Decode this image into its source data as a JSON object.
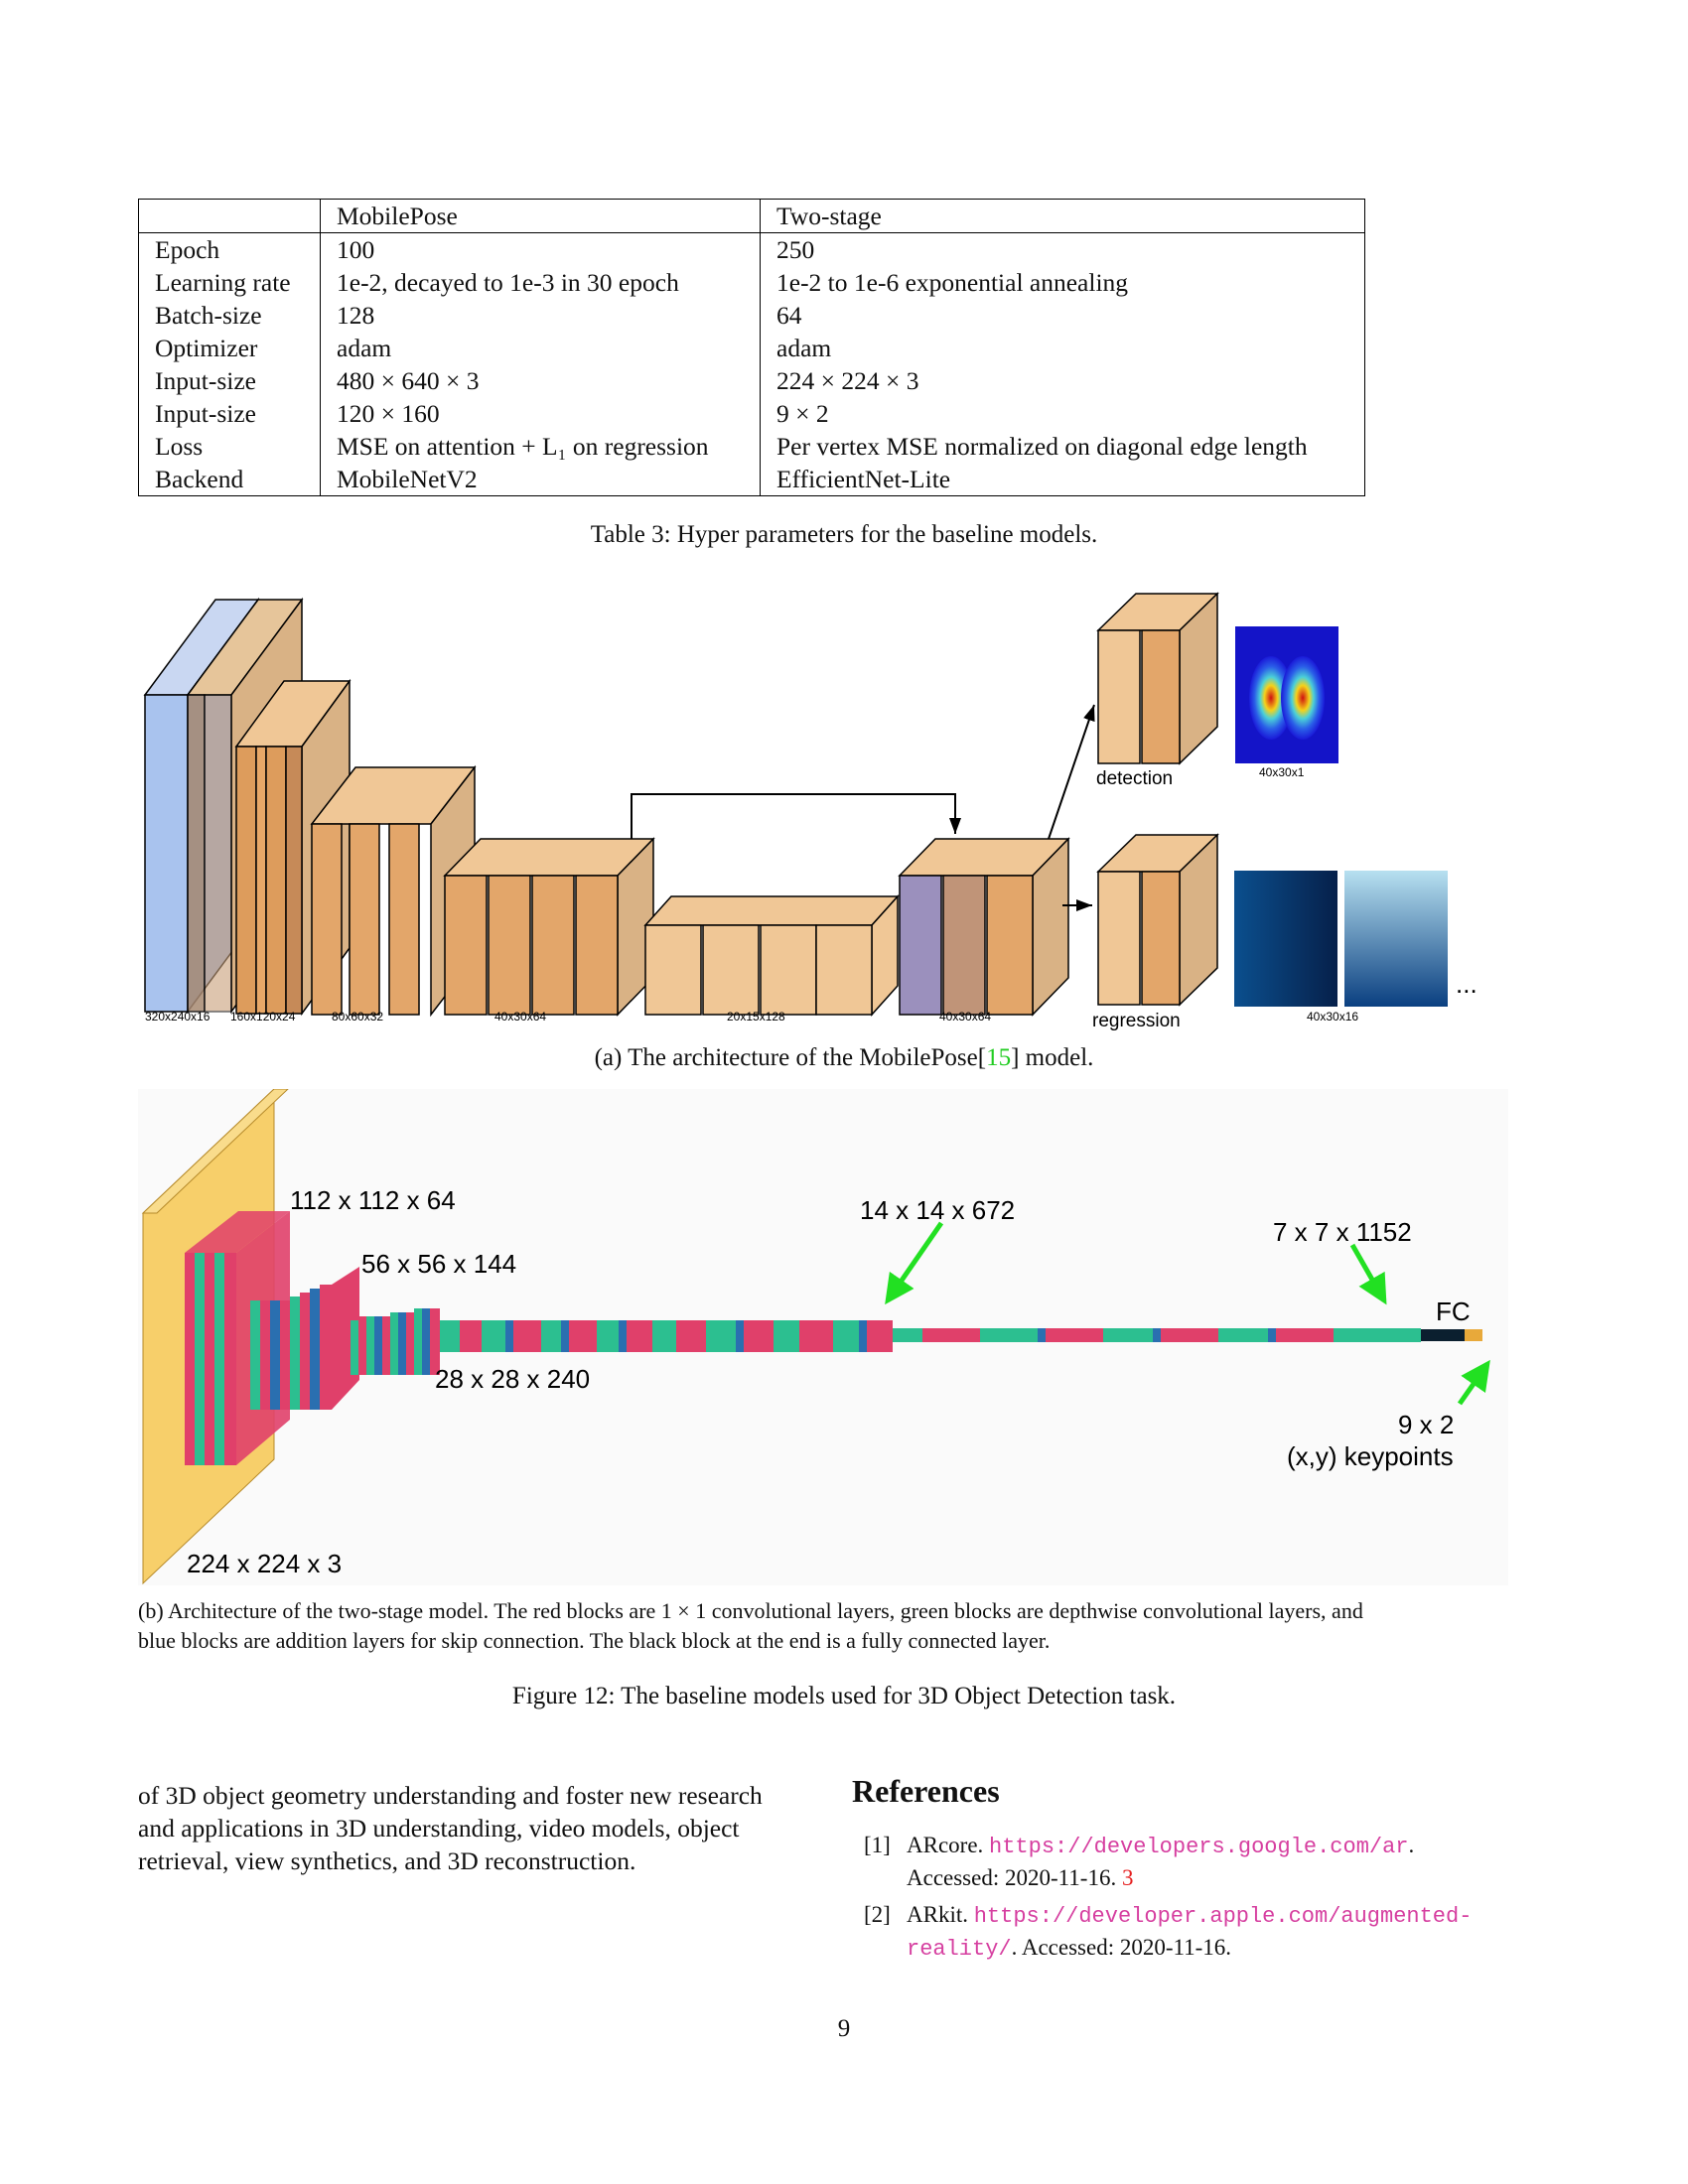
{
  "table": {
    "headers": [
      "",
      "MobilePose",
      "Two-stage"
    ],
    "rows": [
      [
        "Epoch",
        "100",
        "250"
      ],
      [
        "Learning rate",
        "1e-2, decayed to 1e-3 in 30 epoch",
        "1e-2 to 1e-6 exponential annealing"
      ],
      [
        "Batch-size",
        "128",
        "64"
      ],
      [
        "Optimizer",
        "adam",
        "adam"
      ],
      [
        "Input-size",
        "480 × 640 × 3",
        "224 × 224 × 3"
      ],
      [
        "Input-size",
        "120 × 160",
        "9 × 2"
      ],
      [
        "Loss",
        "MSE on attention + L₁ on regression",
        "Per vertex MSE normalized on diagonal edge length"
      ],
      [
        "Backend",
        "MobileNetV2",
        "EfficientNet-Lite"
      ]
    ],
    "caption": "Table 3: Hyper parameters for the baseline models."
  },
  "figure_a": {
    "labels": {
      "l1": "320x240x16",
      "l2": "160x120x24",
      "l3": "80x60x32",
      "l4": "40x30x64",
      "l5": "20x15x128",
      "l6": "40x30x64",
      "detection": "detection",
      "heatmap_dim": "40x30x1",
      "regression": "regression",
      "reg_dim": "40x30x16",
      "ellipsis": "..."
    },
    "caption_pre": "(a) The architecture of the MobilePose[",
    "caption_cite": "15",
    "caption_post": "] model."
  },
  "figure_b": {
    "labels": {
      "input": "224 x 224 x 3",
      "s1": "112  x 112 x 64",
      "s2": "56 x 56 x 144",
      "s3": "28 x 28 x 240",
      "s4": "14 x 14 x 672",
      "s5": "7 x 7 x 1152",
      "fc": "FC",
      "out1": "9 x 2",
      "out2": "(x,y) keypoints"
    },
    "caption_line1": "(b) Architecture of the two-stage model. The red blocks are 1 × 1 convolutional layers, green blocks are depthwise convolutional layers, and",
    "caption_line2": "blue blocks are addition layers for skip connection. The black block at the end is a fully connected layer."
  },
  "figure_caption": "Figure 12: The baseline models used for 3D Object Detection task.",
  "body_text": {
    "line1": "of 3D object geometry understanding and foster new research",
    "line2": "and applications in 3D understanding, video models, object",
    "line3": "retrieval, view synthetics, and 3D reconstruction."
  },
  "references": {
    "title": "References",
    "items": [
      {
        "num": "[1]",
        "name": "ARcore.",
        "url": "https://developers.google.com/ar",
        "accessed": "Accessed: 2020-11-16.",
        "cite": "3"
      },
      {
        "num": "[2]",
        "name": "ARkit.",
        "url": "https://developer.apple.com/augmented-reality/",
        "accessed": "Accessed: 2020-11-16.",
        "cite": ""
      }
    ]
  },
  "page_number": "9",
  "colors": {
    "block_orange": "#f0c796",
    "block_blue": "#a9c3ee",
    "block_purple": "#9b90bd",
    "conv_red": "#e0406a",
    "dw_green": "#2cbf90",
    "add_blue": "#2a6fb0",
    "input_yellow": "#f7cf6a",
    "arrow_green": "#22e022"
  }
}
